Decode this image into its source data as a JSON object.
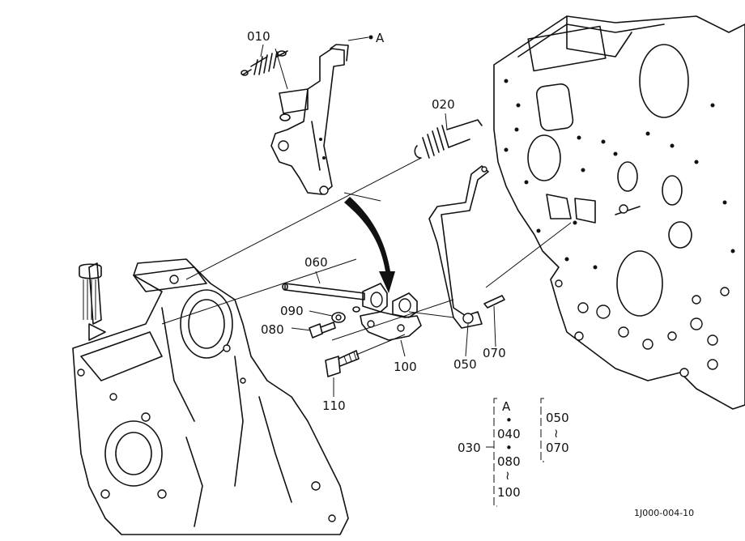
{
  "labels": {
    "p010": "010",
    "p020": "020",
    "p060": "060",
    "p090": "090",
    "p080": "080",
    "p100": "100",
    "p050": "050",
    "p070": "070",
    "p110": "110",
    "ref_a": "A"
  },
  "legend": {
    "group": "030",
    "col1": [
      "A",
      "040",
      "080",
      "100"
    ],
    "col2": [
      "050",
      "070"
    ],
    "separator_dot": "•",
    "separator_tilde": "≀"
  },
  "drawing_code": "1J000-004-10"
}
